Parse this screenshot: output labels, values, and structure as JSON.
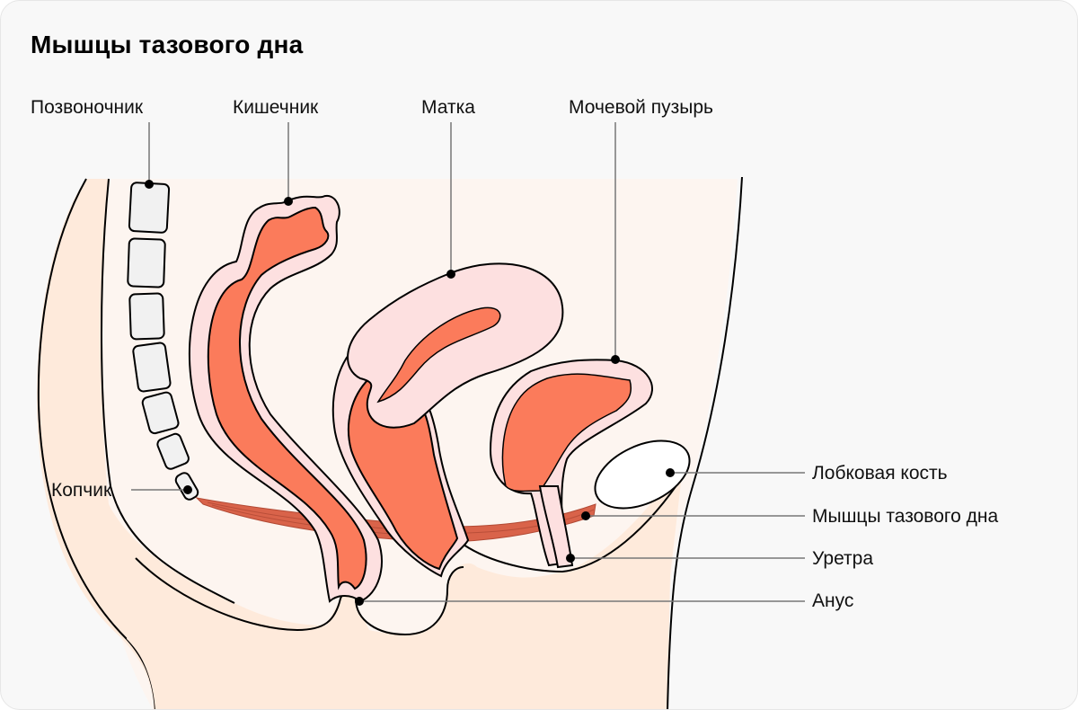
{
  "title": "Мышцы тазового дна",
  "labels": {
    "spine": "Позвоночник",
    "intestine": "Кишечник",
    "uterus": "Матка",
    "bladder": "Мочевой пузырь",
    "coccyx": "Копчик",
    "pubic_bone": "Лобковая кость",
    "pelvic_floor_muscles": "Мышцы тазового дна",
    "urethra": "Уретра",
    "anus": "Анус"
  },
  "colors": {
    "background": "#f8f8f8",
    "body_skin": "#feeadb",
    "inner_cavity": "#fdf5f0",
    "organ_wall": "#fde0e0",
    "organ_lumen": "#fb7b5b",
    "muscle": "#d9634a",
    "bone": "#f1f1f1",
    "pubic_bone": "#ffffff",
    "outline": "#000000",
    "leader_line": "#777777"
  }
}
